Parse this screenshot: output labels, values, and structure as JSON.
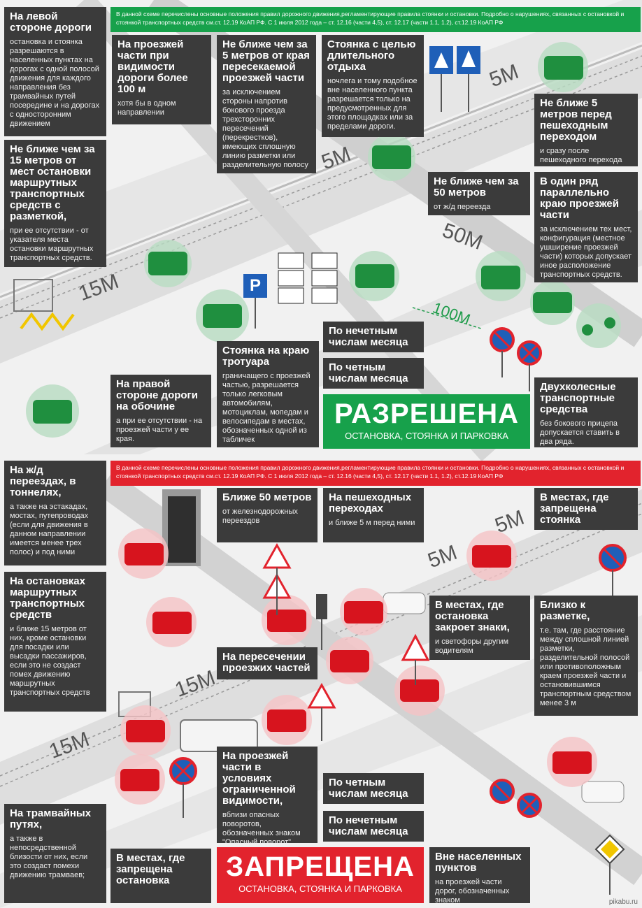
{
  "allowed": {
    "strip": "В данной схеме перечислены основные положения правил дорожного движения,регламентирующие правила стоянки и остановки. Подробно о нарушениях, связанных с остановкой и стоянкой транспортных средств см.ст. 12.19 КоАП РФ. С 1 июля 2012 года – ст. 12.16 (части 4,5), ст. 12.17 (части 1.1, 1.2), ст.12.19 КоАП РФ",
    "banner_title": "РАЗРЕШЕНА",
    "banner_sub": "ОСТАНОВКА, СТОЯНКА И ПАРКОВКА",
    "parking_sign": "P",
    "distances": [
      "5М",
      "5М",
      "50М",
      "15М",
      "100М"
    ],
    "boxes": [
      {
        "title": "На левой стороне дороги",
        "body": "остановка и стоянка разрешаются в населенных пунктах на дорогах с одной полосой движения для каждого направления без трамвайных путей посередине и на дорогах с односторонним движением"
      },
      {
        "title": "На проезжей части при видимости дороги более 100 м",
        "body": "хотя бы в одном направлении"
      },
      {
        "title": "Не ближе чем за 5 метров от края пересекаемой проезжей части",
        "body": "за исключением стороны напротив бокового проезда трехсторонних пересечений (перекрестков), имеющих сплошную линию разметки или разделительную полосу"
      },
      {
        "title": "Стоянка с целью длительного отдыха",
        "body": "ночлега и тому подобное вне населенного пункта разрешается только на предусмотренных для этого площадках или за пределами дороги."
      },
      {
        "title": "Не ближе 5 метров перед пешеходным переходом",
        "body": "и сразу после пешеходного перехода"
      },
      {
        "title": "Не ближе чем за 15 метров от мест остановки маршрутных транспортных средств с разметкой,",
        "body": "при ее отсутствии - от указателя места остановки маршрутных транспортных средств."
      },
      {
        "title": "Не ближе чем за 50 метров",
        "body": "от ж/д переезда"
      },
      {
        "title": "В один ряд параллельно краю проезжей части",
        "body": "за исключением тех мест, конфигурация (местное ушширение проезжей части) которых допускает иное расположение транспортных средств."
      },
      {
        "title": "По нечетным числам месяца",
        "body": ""
      },
      {
        "title": "По четным числам месяца",
        "body": ""
      },
      {
        "title": "Стоянка на краю тротуара",
        "body": "граничащего с проезжей частью, разрешается только легковым автомобилям, мотоциклам, мопедам и велосипедам в местах, обозначенных одной из табличек"
      },
      {
        "title": "На правой стороне дороги на обочине",
        "body": "а при ее отсутствии - на проезжей части у ее края."
      },
      {
        "title": "Двухколесные транспортные средства",
        "body": "без бокового прицепа допускается ставить в два ряда."
      }
    ]
  },
  "forbidden": {
    "strip": "В данной схеме перечислены основные положения правил дорожного движения,регламентирующие правила стоянки и остановки. Подробно о нарушениях, связанных с остановкой и стоянкой транспортных средств см.ст. 12.19 КоАП РФ. С 1 июля 2012 года – ст. 12.16 (части 4,5), ст. 12.17 (части 1.1, 1.2), ст.12.19 КоАП РФ",
    "banner_title": "ЗАПРЕЩЕНА",
    "banner_sub": "ОСТАНОВКА, СТОЯНКА И ПАРКОВКА",
    "distances": [
      "5М",
      "5М",
      "15М",
      "15М"
    ],
    "boxes": [
      {
        "title": "На ж/д переездах, в тоннелях,",
        "body": "а также на эстакадах, мостах, путепроводах (если для движения в данном направлении имеется менее трех полос) и под ними"
      },
      {
        "title": "Ближе 50 метров",
        "body": "от железнодорожных переездов"
      },
      {
        "title": "На пешеходных переходах",
        "body": "и ближе 5 м перед ними"
      },
      {
        "title": "В местах, где запрещена стоянка",
        "body": ""
      },
      {
        "title": "На остановках маршрутных транспортных средств",
        "body": "и ближе 15 метров от них, кроме остановки для посадки или высадки пассажиров, если это не создаст помех движению маршрутных транспортных средств"
      },
      {
        "title": "В местах, где остановка закроет знаки,",
        "body": "и светофоры другим водителям"
      },
      {
        "title": "Близко к разметке,",
        "body": "т.е. там, где расстояние между сплошной линией разметки, разделительной полосой или противоположным краем проезжей части и остановившимся транспортным средством менее 3 м"
      },
      {
        "title": "На пересечении проезжих частей",
        "body": ""
      },
      {
        "title": "На проезжей части в условиях ограниченной видимости,",
        "body": "вблизи опасных поворотов, обозначенных знаком \"Опасный поворот\""
      },
      {
        "title": "По четным числам месяца",
        "body": ""
      },
      {
        "title": "По нечетным числам месяца",
        "body": ""
      },
      {
        "title": "На трамвайных путях,",
        "body": "а также в непосредственной близости от них, если это создаст помехи движению трамваев;"
      },
      {
        "title": "В местах, где запрещена остановка",
        "body": ""
      },
      {
        "title": "Вне населенных пунктов",
        "body": "на проезжей части дорог, обозначенных знаком"
      }
    ]
  },
  "watermark": "pikabu.ru",
  "colors": {
    "green": "#17a14b",
    "red": "#e2232d",
    "box": "#3b3b3b",
    "car_green": "#1f8f3f",
    "car_red": "#d7141e",
    "sign_blue": "#1f5fb8"
  }
}
